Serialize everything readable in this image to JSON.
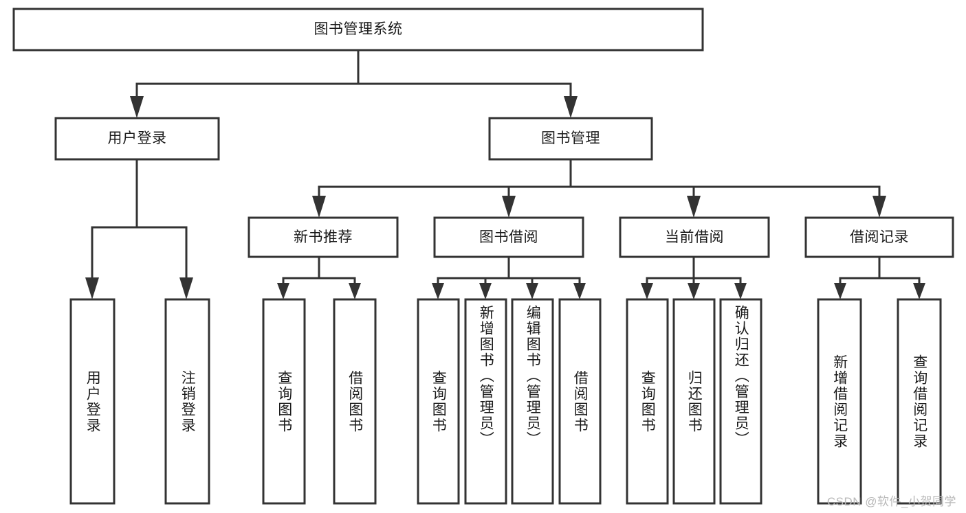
{
  "diagram": {
    "kind": "tree-hierarchy-flowchart",
    "root": {
      "id": "root",
      "label": "图书管理系统"
    },
    "level2": [
      {
        "id": "user-login",
        "label": "用户登录"
      },
      {
        "id": "book-management",
        "label": "图书管理"
      }
    ],
    "level3": [
      {
        "id": "new-book-recommend",
        "label": "新书推荐",
        "parent": "book-management"
      },
      {
        "id": "book-borrow",
        "label": "图书借阅",
        "parent": "book-management"
      },
      {
        "id": "current-borrow",
        "label": "当前借阅",
        "parent": "book-management"
      },
      {
        "id": "borrow-record",
        "label": "借阅记录",
        "parent": "book-management"
      }
    ],
    "leaves": [
      {
        "id": "leaf-user-login",
        "label": "用户登录",
        "parent": "user-login"
      },
      {
        "id": "leaf-logout-login",
        "label": "注销登录",
        "parent": "user-login"
      },
      {
        "id": "leaf-query-book-1",
        "label": "查询图书",
        "parent": "new-book-recommend"
      },
      {
        "id": "leaf-borrow-book-1",
        "label": "借阅图书",
        "parent": "new-book-recommend"
      },
      {
        "id": "leaf-query-book-2",
        "label": "查询图书",
        "parent": "book-borrow"
      },
      {
        "id": "leaf-add-book",
        "label": "新增图书（管理员）",
        "parent": "book-borrow"
      },
      {
        "id": "leaf-edit-book",
        "label": "编辑图书（管理员）",
        "parent": "book-borrow"
      },
      {
        "id": "leaf-borrow-book-2",
        "label": "借阅图书",
        "parent": "book-borrow"
      },
      {
        "id": "leaf-query-book-3",
        "label": "查询图书",
        "parent": "current-borrow"
      },
      {
        "id": "leaf-return-book",
        "label": "归还图书",
        "parent": "current-borrow"
      },
      {
        "id": "leaf-confirm-return",
        "label": "确认归还（管理员）",
        "parent": "current-borrow"
      },
      {
        "id": "leaf-add-record",
        "label": "新增借阅记录",
        "parent": "borrow-record"
      },
      {
        "id": "leaf-query-record",
        "label": "查询借阅记录",
        "parent": "borrow-record"
      }
    ],
    "colors": {
      "box_fill": "#ffffff",
      "box_stroke": "#333333",
      "connector": "#333333",
      "text": "#1a1a1a",
      "background": "#ffffff",
      "watermark": "#b9b9b9"
    }
  },
  "watermark": {
    "text": "CSDN @软件_小贺同学"
  }
}
